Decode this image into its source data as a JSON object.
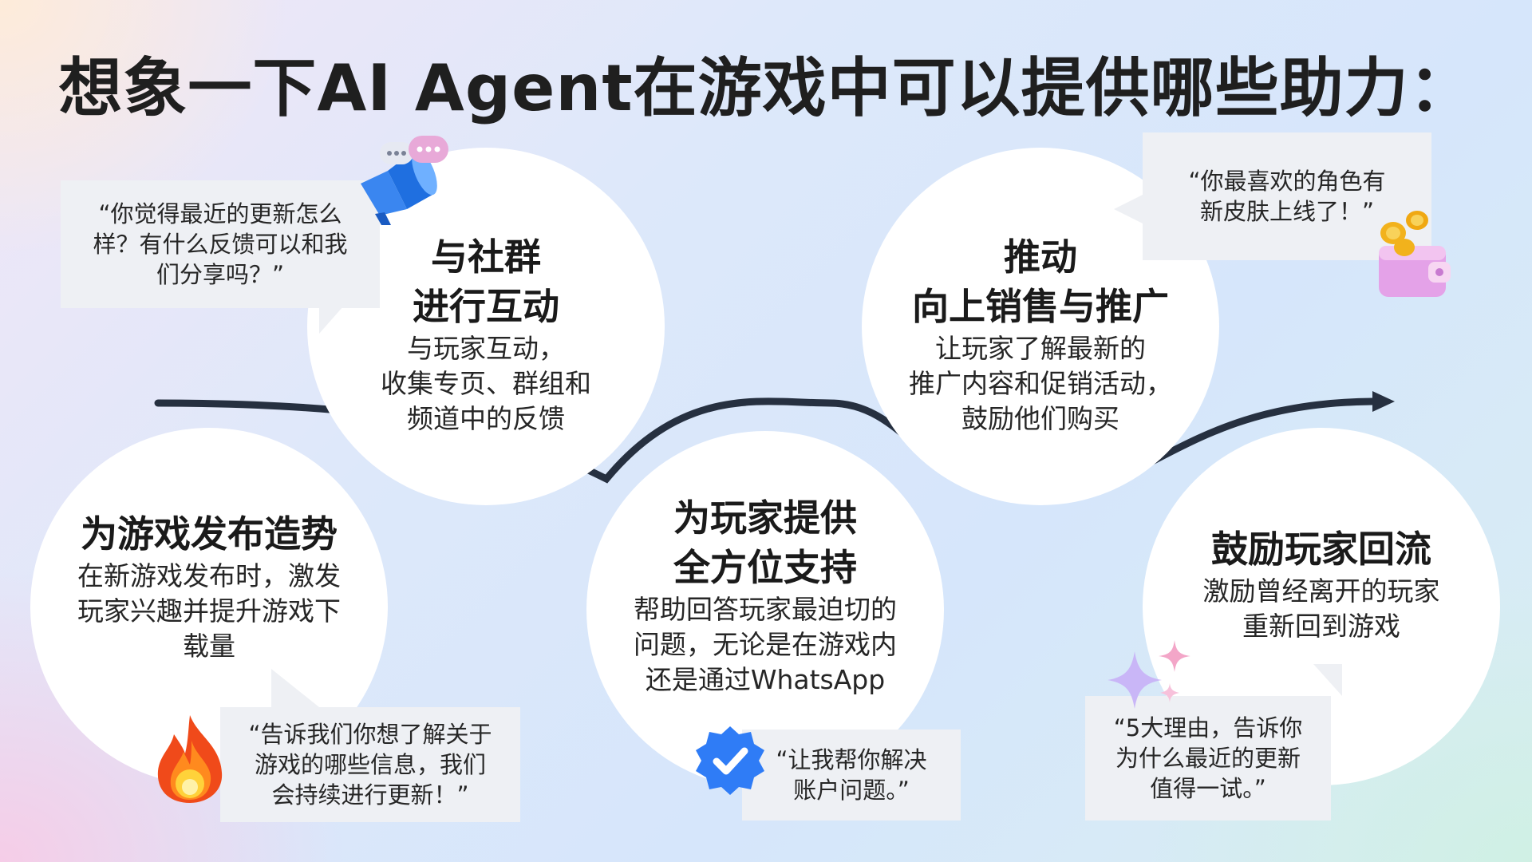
{
  "title": "想象一下AI Agent在游戏中可以提供哪些助力：",
  "steps": [
    {
      "heading1": "为游戏发布造势",
      "heading2": "",
      "desc1": "在新游戏发布时，激发",
      "desc2": "玩家兴趣并提升游戏下",
      "desc3": "载量",
      "quote1": "“告诉我们你想了解关于",
      "quote2": "游戏的哪些信息，我们",
      "quote3": "会持续进行更新！”",
      "icon": "fire-icon"
    },
    {
      "heading1": "与社群",
      "heading2": "进行互动",
      "desc1": "与玩家互动，",
      "desc2": "收集专页、群组和",
      "desc3": "频道中的反馈",
      "quote1": "“你觉得最近的更新怎么",
      "quote2": "样？有什么反馈可以和我",
      "quote3": "们分享吗？”",
      "icon": "megaphone-chat-icon"
    },
    {
      "heading1": "为玩家提供",
      "heading2": "全方位支持",
      "desc1": "帮助回答玩家最迫切的",
      "desc2": "问题，无论是在游戏内",
      "desc3": "还是通过WhatsApp",
      "quote1": "“让我帮你解决",
      "quote2": "账户问题。”",
      "quote3": "",
      "icon": "verified-badge-icon"
    },
    {
      "heading1": "推动",
      "heading2": "向上销售与推广",
      "desc1": "让玩家了解最新的",
      "desc2": "推广内容和促销活动，",
      "desc3": "鼓励他们购买",
      "quote1": "“你最喜欢的角色有",
      "quote2": "新皮肤上线了！”",
      "quote3": "",
      "icon": "coins-wallet-icon"
    },
    {
      "heading1": "鼓励玩家回流",
      "heading2": "",
      "desc1": "激励曾经离开的玩家",
      "desc2": "重新回到游戏",
      "desc3": "",
      "quote1": "“5大理由，告诉你",
      "quote2": "为什么最近的更新",
      "quote3": "值得一试。”",
      "icon": "sparkles-icon"
    }
  ],
  "colors": {
    "line": "#263040",
    "circle": "#ffffff",
    "bubble": "#eef0f4",
    "title": "#1f1f1f"
  }
}
